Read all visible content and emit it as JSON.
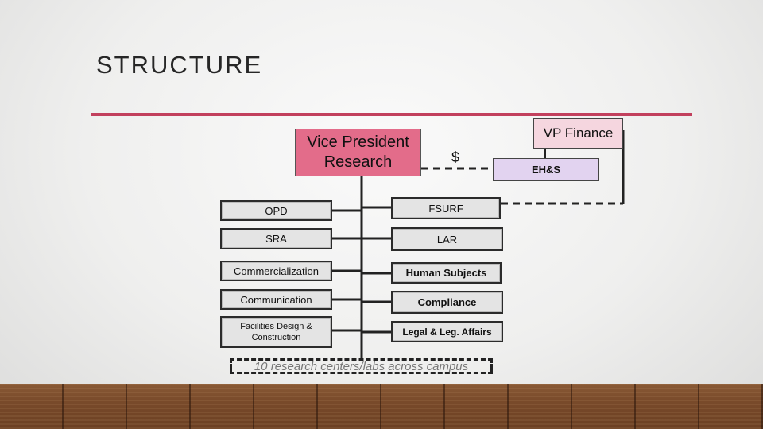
{
  "slide": {
    "title": "STRUCTURE"
  },
  "org": {
    "vp_research": "Vice President Research",
    "vp_finance": "VP Finance",
    "ehs": "EH&S",
    "funding_symbol": "$",
    "left_units": [
      "OPD",
      "SRA",
      "Commercialization",
      "Communication",
      "Facilities Design & Construction"
    ],
    "right_units": [
      "FSURF",
      "LAR",
      "Human Subjects",
      "Compliance",
      "Legal & Leg. Affairs"
    ],
    "research_centers": "10 research centers/labs across campus"
  },
  "colors": {
    "accent_rule": "#c2405d",
    "vp_research_fill": "#e36c8a",
    "vp_finance_fill": "#f5d6df",
    "ehs_fill": "#e2d3f0"
  }
}
